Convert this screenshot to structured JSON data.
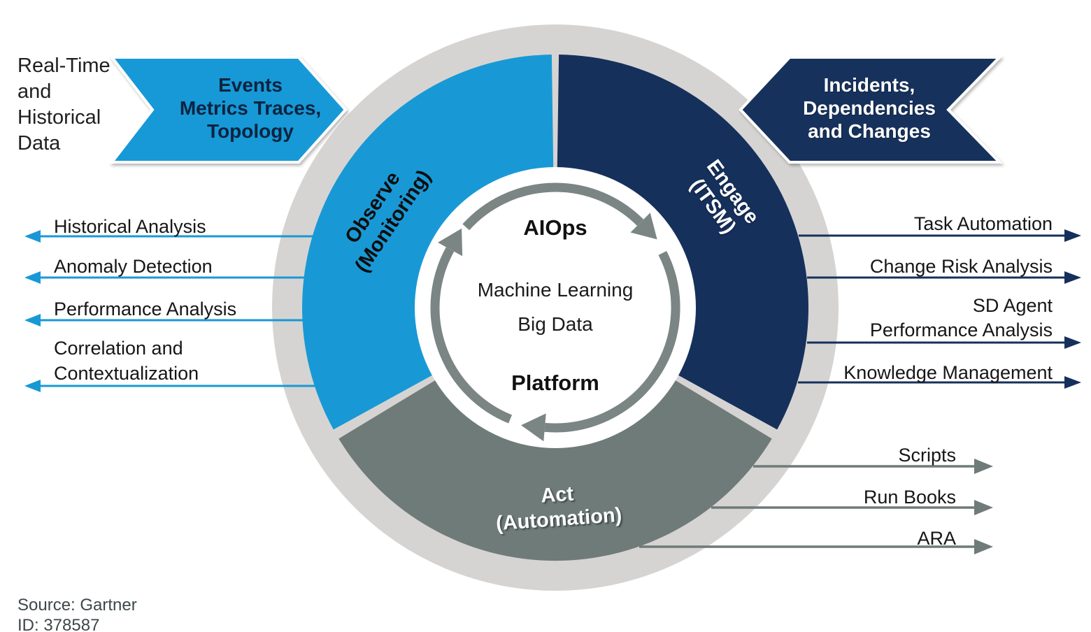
{
  "realtime_label": {
    "lines": [
      "Real-Time",
      "and",
      "Historical",
      "Data"
    ]
  },
  "input_banner_left": {
    "lines": [
      "Events",
      "Metrics Traces,",
      "Topology"
    ]
  },
  "input_banner_right": {
    "lines": [
      "Incidents,",
      "Dependencies",
      "and Changes"
    ]
  },
  "segments": {
    "observe": {
      "lines": [
        "Observe",
        "(Monitoring)"
      ]
    },
    "engage": {
      "lines": [
        "Engage",
        "(ITSM)"
      ]
    },
    "act": {
      "lines": [
        "Act",
        "(Automation)"
      ]
    }
  },
  "center": {
    "title": "AIOps",
    "capabilities": [
      "Machine Learning",
      "Big Data"
    ],
    "subtitle": "Platform"
  },
  "observe_outputs": [
    {
      "lines": [
        "Historical Analysis"
      ]
    },
    {
      "lines": [
        "Anomaly Detection"
      ]
    },
    {
      "lines": [
        "Performance Analysis"
      ]
    },
    {
      "lines": [
        "Correlation and",
        "Contextualization"
      ]
    }
  ],
  "engage_outputs": [
    {
      "lines": [
        "Task Automation"
      ]
    },
    {
      "lines": [
        "Change Risk Analysis"
      ]
    },
    {
      "lines": [
        "SD Agent",
        "Performance Analysis"
      ]
    },
    {
      "lines": [
        "Knowledge Management"
      ]
    }
  ],
  "act_outputs": [
    {
      "lines": [
        "Scripts"
      ]
    },
    {
      "lines": [
        "Run Books"
      ]
    },
    {
      "lines": [
        "ARA"
      ]
    }
  ],
  "source": {
    "lines": [
      "Source: Gartner",
      "ID: 378587"
    ]
  },
  "colors": {
    "observe_blue": "#1899d6",
    "engage_navy": "#16305c",
    "act_gray": "#6f7b79",
    "ring_gray": "#d6d4d2",
    "cycle_arrow_gray": "#7a8584"
  }
}
